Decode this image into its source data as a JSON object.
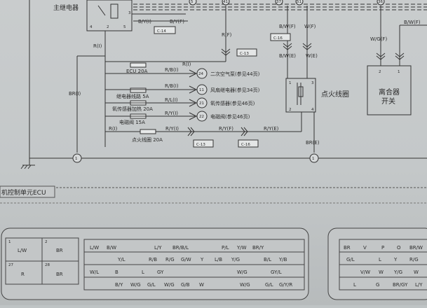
{
  "relay": {
    "title": "主继电器",
    "pins": [
      "4",
      "2",
      "5",
      "3"
    ],
    "wire_out": "B/Y(I)",
    "wire_out2": "B/Y(F)",
    "ref": "C-14",
    "vert_wire": "R(I)"
  },
  "top_nodes": [
    "5",
    "41",
    "37",
    "51",
    "36"
  ],
  "rf": {
    "wire": "R(F)",
    "ref": "C-13"
  },
  "coil": {
    "title": "点火线圈",
    "ref": "C-16",
    "wire_bw_f": "B/W(F)",
    "wire_w_f": "W(F)",
    "wire_bw_e": "B/W(E)",
    "wire_w_e": "W(E)",
    "pins": [
      "1",
      "3",
      "2",
      "4"
    ],
    "ground_wire": "BR(E)",
    "ground_node": "1"
  },
  "switch": {
    "title_line1": "离合器",
    "title_line2": "开关",
    "wire_left": "W/G(F)",
    "wire_right": "B/W(F)",
    "pins": [
      "2",
      "1"
    ]
  },
  "left": {
    "br_wire": "BR(I)",
    "ground_node": "1"
  },
  "fuses": [
    {
      "top": "ECU 20A",
      "wire": "R(I)"
    },
    {
      "label": "继电器线路 5A",
      "wire": "R/B(I)",
      "node": "24",
      "dest": "二次空气泵(参见44页)"
    },
    {
      "wire": "R/B(I)",
      "node": "11",
      "dest": "风扇继电器(参见34页)"
    },
    {
      "label": "氧传感器加热 20A",
      "wire": "R/L(I)",
      "node": "21",
      "dest": "氧传感器(参见46页)"
    },
    {
      "label": "电磁阀 15A",
      "wire": "R/Y(I)",
      "node": "22",
      "dest": "电磁阀(参见46页)"
    }
  ],
  "ignition": {
    "fuse_label": "点火线圈 20A",
    "wire_r": "R(I)",
    "wire_ry_i": "R/Y(I)",
    "wire_ry_f": "R/Y(F)",
    "wire_ry_e": "R/Y(E)",
    "ref1": "C-13",
    "ref2": "C-16"
  },
  "ecu_title": "机控制单元ECU",
  "connector_left": {
    "cells": [
      {
        "no": "1",
        "label": "L/W"
      },
      {
        "no": "2",
        "label": "BR"
      },
      {
        "no": "27",
        "label": "R"
      },
      {
        "no": "28",
        "label": "BR"
      }
    ],
    "row1": [
      "L/W",
      "B/W",
      "L/Y",
      "BR/B/L",
      "P/L",
      "Y/W",
      "BR/Y"
    ],
    "row2": [
      "Y/L",
      "R/B",
      "R/G",
      "G/W",
      "Y",
      "L/B",
      "Y/G",
      "B/L",
      "Y/B"
    ],
    "row3": [
      "W/L",
      "B",
      "L",
      "GY",
      "W/G",
      "GY/L"
    ],
    "row4": [
      "B/Y",
      "W/G",
      "G/L",
      "W/G",
      "G/B",
      "W",
      "W/G",
      "G/L",
      "G/Y/R"
    ]
  },
  "connector_right": {
    "row1": [
      "BR",
      "V",
      "P",
      "O",
      "BR/W"
    ],
    "row2": [
      "G/L",
      "L",
      "Y",
      "R/G"
    ],
    "row3": [
      "V/W",
      "W",
      "Y/G",
      "W"
    ],
    "row4": [
      "L",
      "G",
      "BR/GY",
      "L/Y"
    ]
  }
}
